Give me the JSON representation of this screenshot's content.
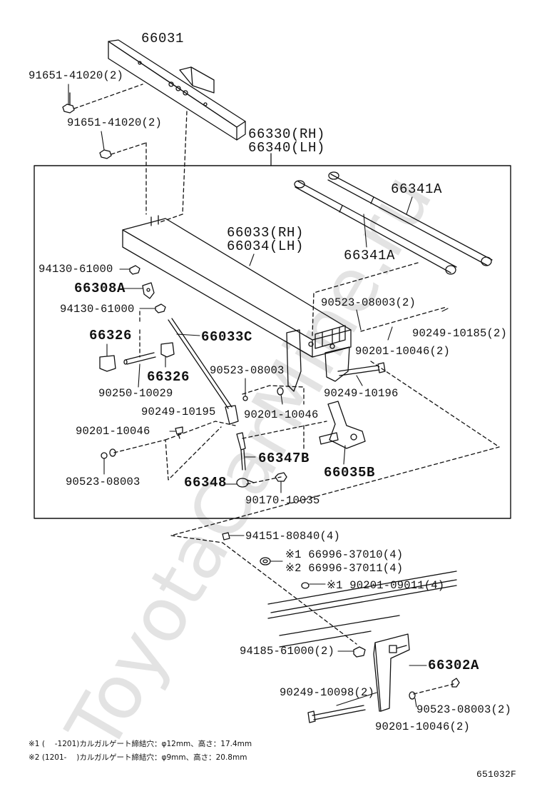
{
  "watermark": "ToyotaCarMine.ru",
  "labels": {
    "l66031": "66031",
    "l91651a": "91651-41020(2)",
    "l91651b": "91651-41020(2)",
    "l66330": "66330(RH)",
    "l66340": "66340(LH)",
    "l66341a_top": "66341A",
    "l66033": "66033(RH)",
    "l66034": "66034(LH)",
    "l66341a_mid": "66341A",
    "l94130a": "94130-61000",
    "l66308a": "66308A",
    "l94130b": "94130-61000",
    "l90523a": "90523-08003(2)",
    "l90249a": "90249-10185(2)",
    "l66326a": "66326",
    "l66033c": "66033C",
    "l90201a": "90201-10046(2)",
    "l66326b": "66326",
    "l90523b": "90523-08003",
    "l90250": "90250-10029",
    "l90249b": "90249-10196",
    "l90249c": "90249-10195",
    "l90201b": "90201-10046",
    "l90201c": "90201-10046",
    "l66347b": "66347B",
    "l66035b": "66035B",
    "l90523c": "90523-08003",
    "l66348": "66348",
    "l90170": "90170-10035",
    "l94151": "94151-80840(4)",
    "l66996a": "※1 66996-37010(4)",
    "l66996b": "※2 66996-37011(4)",
    "l90201d": "※1 90201-09011(4)",
    "l94185": "94185-61000(2)",
    "l66302a": "66302A",
    "l90249d": "90249-10098(2)",
    "l90523d": "90523-08003(2)",
    "l90201e": "90201-10046(2)"
  },
  "footnotes": {
    "n1": "※1 (　 -1201)カルガルゲート締結穴：φ12mm、高さ：17.4mm",
    "n2": "※2 (1201-　 )カルガルゲート締結穴：φ9mm、高さ：20.8mm"
  },
  "figure_code": "651032F"
}
